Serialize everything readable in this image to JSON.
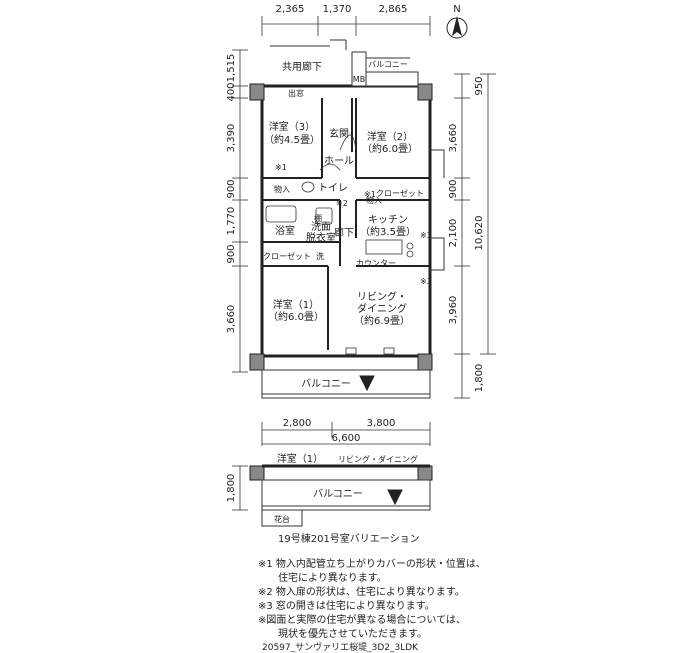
{
  "compass": {
    "north_label": "N"
  },
  "dims_top": [
    "2,365",
    "1,370",
    "2,865"
  ],
  "dims_left": [
    "1,515",
    "400",
    "3,390",
    "900",
    "1,770",
    "900",
    "3,660"
  ],
  "dims_right": [
    "950",
    "3,660",
    "900",
    "2,100",
    "10,620",
    "3,960",
    "1,800"
  ],
  "dims_bottom_row1": [
    "2,800",
    "3,800"
  ],
  "dims_bottom_total": "6,600",
  "dims_left_lower": "1,800",
  "rooms": {
    "corridor": "共用廊下",
    "balcony_top": "バルコニー",
    "mb": "MB",
    "demado": "出窓",
    "western3_name": "洋室（3）",
    "western3_size": "（約4.5畳）",
    "genkan": "玄関",
    "western2_name": "洋室（2）",
    "western2_size": "（約6.0畳）",
    "hall": "ホール",
    "storage1": "物入",
    "toilet": "トイレ",
    "storage2": "物入",
    "closet_top": "クローゼット",
    "bath": "浴室",
    "washroom_1": "洗面",
    "washroom_2": "脱衣室",
    "washer": "洗",
    "closet_left": "クローゼット",
    "hallway": "廊下",
    "kitchen_name": "キッチン",
    "kitchen_size": "（約3.5畳）",
    "counter": "カウンター",
    "western1_name": "洋室（1）",
    "western1_size": "（約6.0畳）",
    "living_1": "リビング・",
    "living_2": "ダイニング",
    "living_size": "（約6.9畳）",
    "balcony_bottom": "バルコニー",
    "tana": "棚",
    "mark1": "※1",
    "mark1b": "※1",
    "mark2": "※2",
    "mark3a": "※3",
    "mark3b": "※3"
  },
  "variation": {
    "western1": "洋室（1）",
    "living": "リビング・ダイニング",
    "balcony": "バルコニー",
    "planter": "花台"
  },
  "caption": "19号棟201号室バリエーション",
  "notes": [
    "※1 物入内配管立ち上がりカバーの形状・位置は、",
    "住宅により異なります。",
    "※2 物入扉の形状は、住宅により異なります。",
    "※3 窓の開きは住宅により異なります。",
    "※図面と実際の住宅が異なる場合については、",
    "現状を優先させていただきます。"
  ],
  "footer": "20597_サンヴァリエ桜堤_3D2_3LDK"
}
